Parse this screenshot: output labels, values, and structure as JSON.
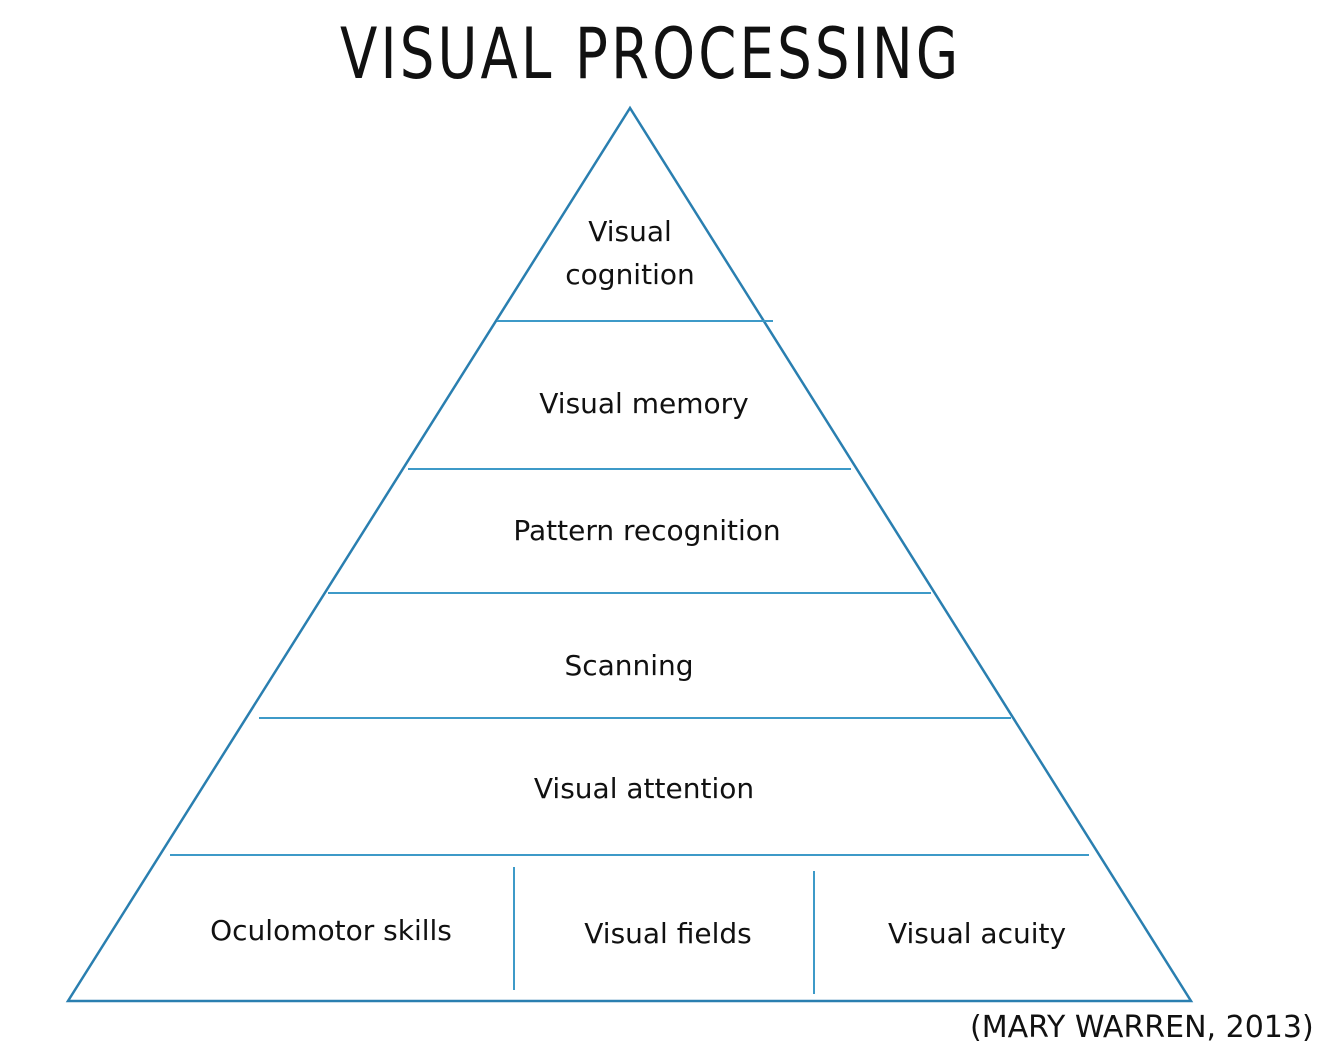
{
  "title": "VISUAL PROCESSING",
  "levels": {
    "top": [
      "Visual",
      "cognition"
    ],
    "visual_memory": "Visual memory",
    "pattern_recognition": "Pattern recognition",
    "scanning": "Scanning",
    "visual_attention": "Visual attention"
  },
  "base": {
    "oculomotor": "Oculomotor skills",
    "visual_fields": "Visual fields",
    "visual_acuity": "Visual acuity"
  },
  "citation": "(MARY WARREN, 2013)",
  "colors": {
    "line": "#2a7fb0",
    "divider": "#3d9ac8",
    "text": "#111111"
  }
}
